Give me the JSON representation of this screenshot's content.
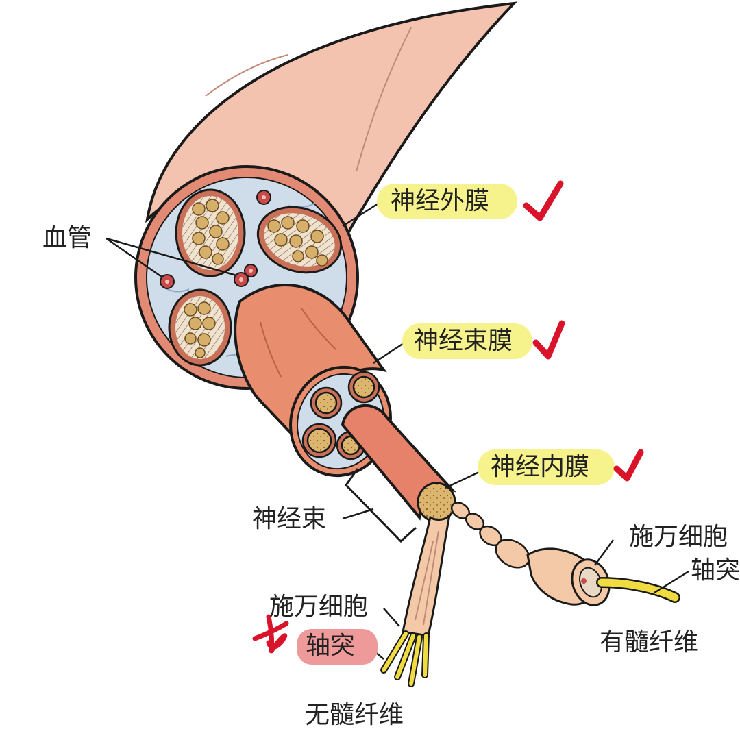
{
  "labels": {
    "blood_vessel": "血管",
    "epineurium": "神经外膜",
    "perineurium": "神经束膜",
    "endoneurium": "神经内膜",
    "fascicle": "神经束",
    "schwann_cell_right": "施万细胞",
    "axon_right": "轴突",
    "myelinated_fiber": "有髓纤维",
    "schwann_cell_left": "施万细胞",
    "axon_left": "轴突",
    "unmyelinated_fiber": "无髓纤维"
  },
  "colors": {
    "nerve_skin": "#f4c3b0",
    "epineurium": "#e38a74",
    "connective_tissue": "#cfdcea",
    "fascicle_sheath": "#c87058",
    "nerve_fibers": "#d6b06a",
    "perineurium_tube": "#e88d6e",
    "endoneurium_tube": "#e6826a",
    "schwann_cell": "#f3c9a8",
    "axon": "#f0dc40",
    "highlight_yellow": "#f7f38c",
    "highlight_pink": "#ee9a9a",
    "check_mark": "#d8132a",
    "outline": "#1a1a1a"
  }
}
